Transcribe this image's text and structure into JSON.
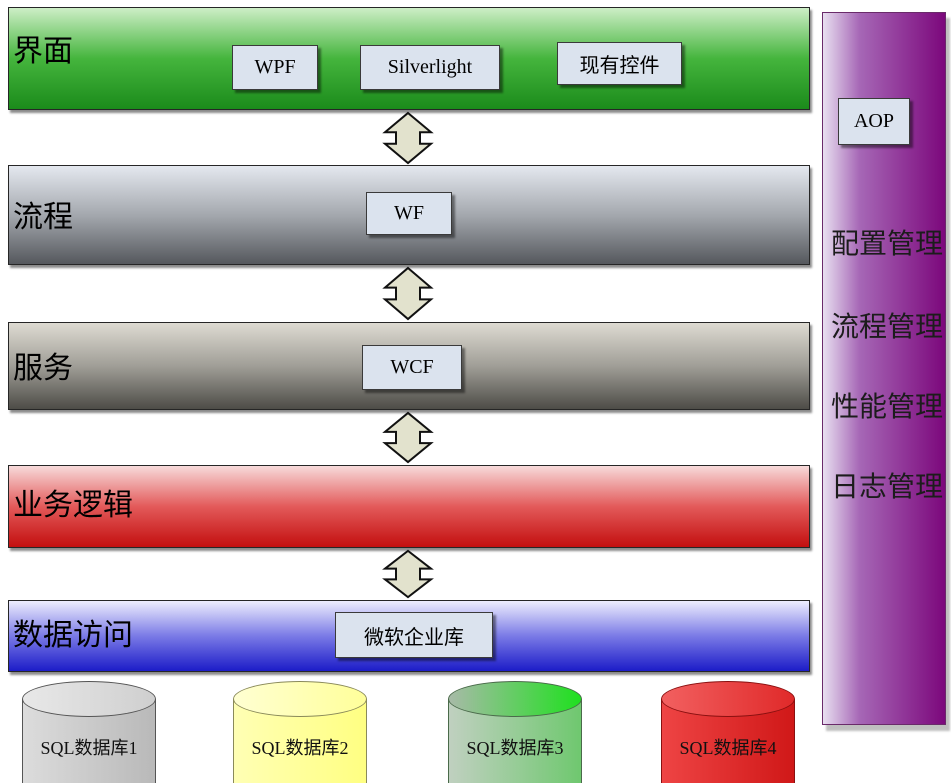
{
  "theme": {
    "box": "#dbe3ee",
    "arrow": "#e2e2cd"
  },
  "layers": [
    {
      "label": "界面",
      "colors": {
        "top": "#cdeec6",
        "mid": "#45b53d",
        "bottom": "#1b8b1b"
      },
      "components": [
        "WPF",
        "Silverlight",
        "现有控件"
      ]
    },
    {
      "label": "流程",
      "colors": {
        "top": "#e4e8ef",
        "mid": "#a4a8ae",
        "bottom": "#55585d"
      },
      "components": [
        "WF"
      ]
    },
    {
      "label": "服务",
      "colors": {
        "top": "#dedbd2",
        "mid": "#a09e97",
        "bottom": "#4d4c47"
      },
      "components": [
        "WCF"
      ]
    },
    {
      "label": "业务逻辑",
      "colors": {
        "top": "#f7dada",
        "mid": "#e35a5a",
        "bottom": "#c30f0f"
      },
      "components": []
    },
    {
      "label": "数据访问",
      "colors": {
        "top": "#eeeefe",
        "mid": "#7a7ae6",
        "bottom": "#1c1cc8"
      },
      "components": [
        "微软企业库"
      ]
    }
  ],
  "aop_panel": {
    "colors": {
      "left": "#e8dff0",
      "mid": "#a667b6",
      "right": "#7c087c"
    },
    "title": "AOP",
    "items": [
      "配置管理",
      "流程管理",
      "性能管理",
      "日志管理"
    ]
  },
  "databases": [
    {
      "label": "SQL数据库1",
      "colors": {
        "body_left": "#dcdcdc",
        "body_right": "#b9b9b9",
        "top_left": "#e8e8e8",
        "top_right": "#cfcfcf",
        "outline": "#555555"
      }
    },
    {
      "label": "SQL数据库2",
      "colors": {
        "body_left": "#ffffb4",
        "body_right": "#ffff82",
        "top_left": "#ffffd2",
        "top_right": "#ffff9a",
        "outline": "#8a8a5a"
      }
    },
    {
      "label": "SQL数据库3",
      "colors": {
        "body_left": "#c0d0c0",
        "body_right": "#6fc86f",
        "top_left": "#a8baa8",
        "top_right": "#1fe01f",
        "outline": "#4a6a4a"
      }
    },
    {
      "label": "SQL数据库4",
      "colors": {
        "body_left": "#ee4444",
        "body_right": "#d01818",
        "top_left": "#f26060",
        "top_right": "#e02a2a",
        "outline": "#8a1010"
      }
    }
  ]
}
